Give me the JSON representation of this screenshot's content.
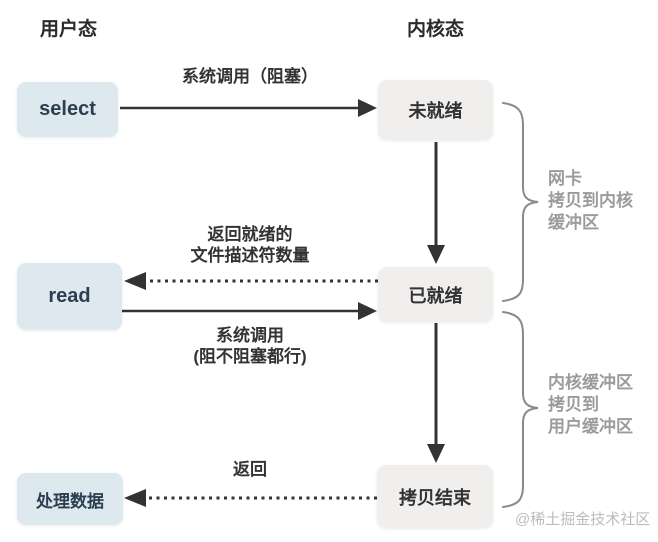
{
  "headers": {
    "user_mode": "用户态",
    "kernel_mode": "内核态"
  },
  "nodes": {
    "select": "select",
    "read": "read",
    "process_data": "处理数据",
    "not_ready": "未就绪",
    "ready": "已就绪",
    "copy_done": "拷贝结束"
  },
  "edge_labels": {
    "syscall_blocking": "系统调用（阻塞）",
    "return_ready_fds": "返回就绪的\n文件描述符数量",
    "syscall_any": "系统调用\n(阻不阻塞都行)",
    "return_label": "返回"
  },
  "braces": {
    "nic_copy": "网卡\n拷贝到内核\n缓冲区",
    "kernel_to_user": "内核缓冲区\n拷贝到\n用户缓冲区"
  },
  "watermark": "@稀土掘金技术社区",
  "colors": {
    "user_box_bg": "#dde9ef",
    "kernel_box_bg": "#f0efed",
    "user_box_text": "#2c3e50",
    "kernel_box_text": "#333333",
    "arrow": "#333333",
    "brace": "#8a8a8a",
    "brace_text": "#9b9b9b",
    "watermark_text": "#bcbcbc",
    "background": "#ffffff"
  }
}
